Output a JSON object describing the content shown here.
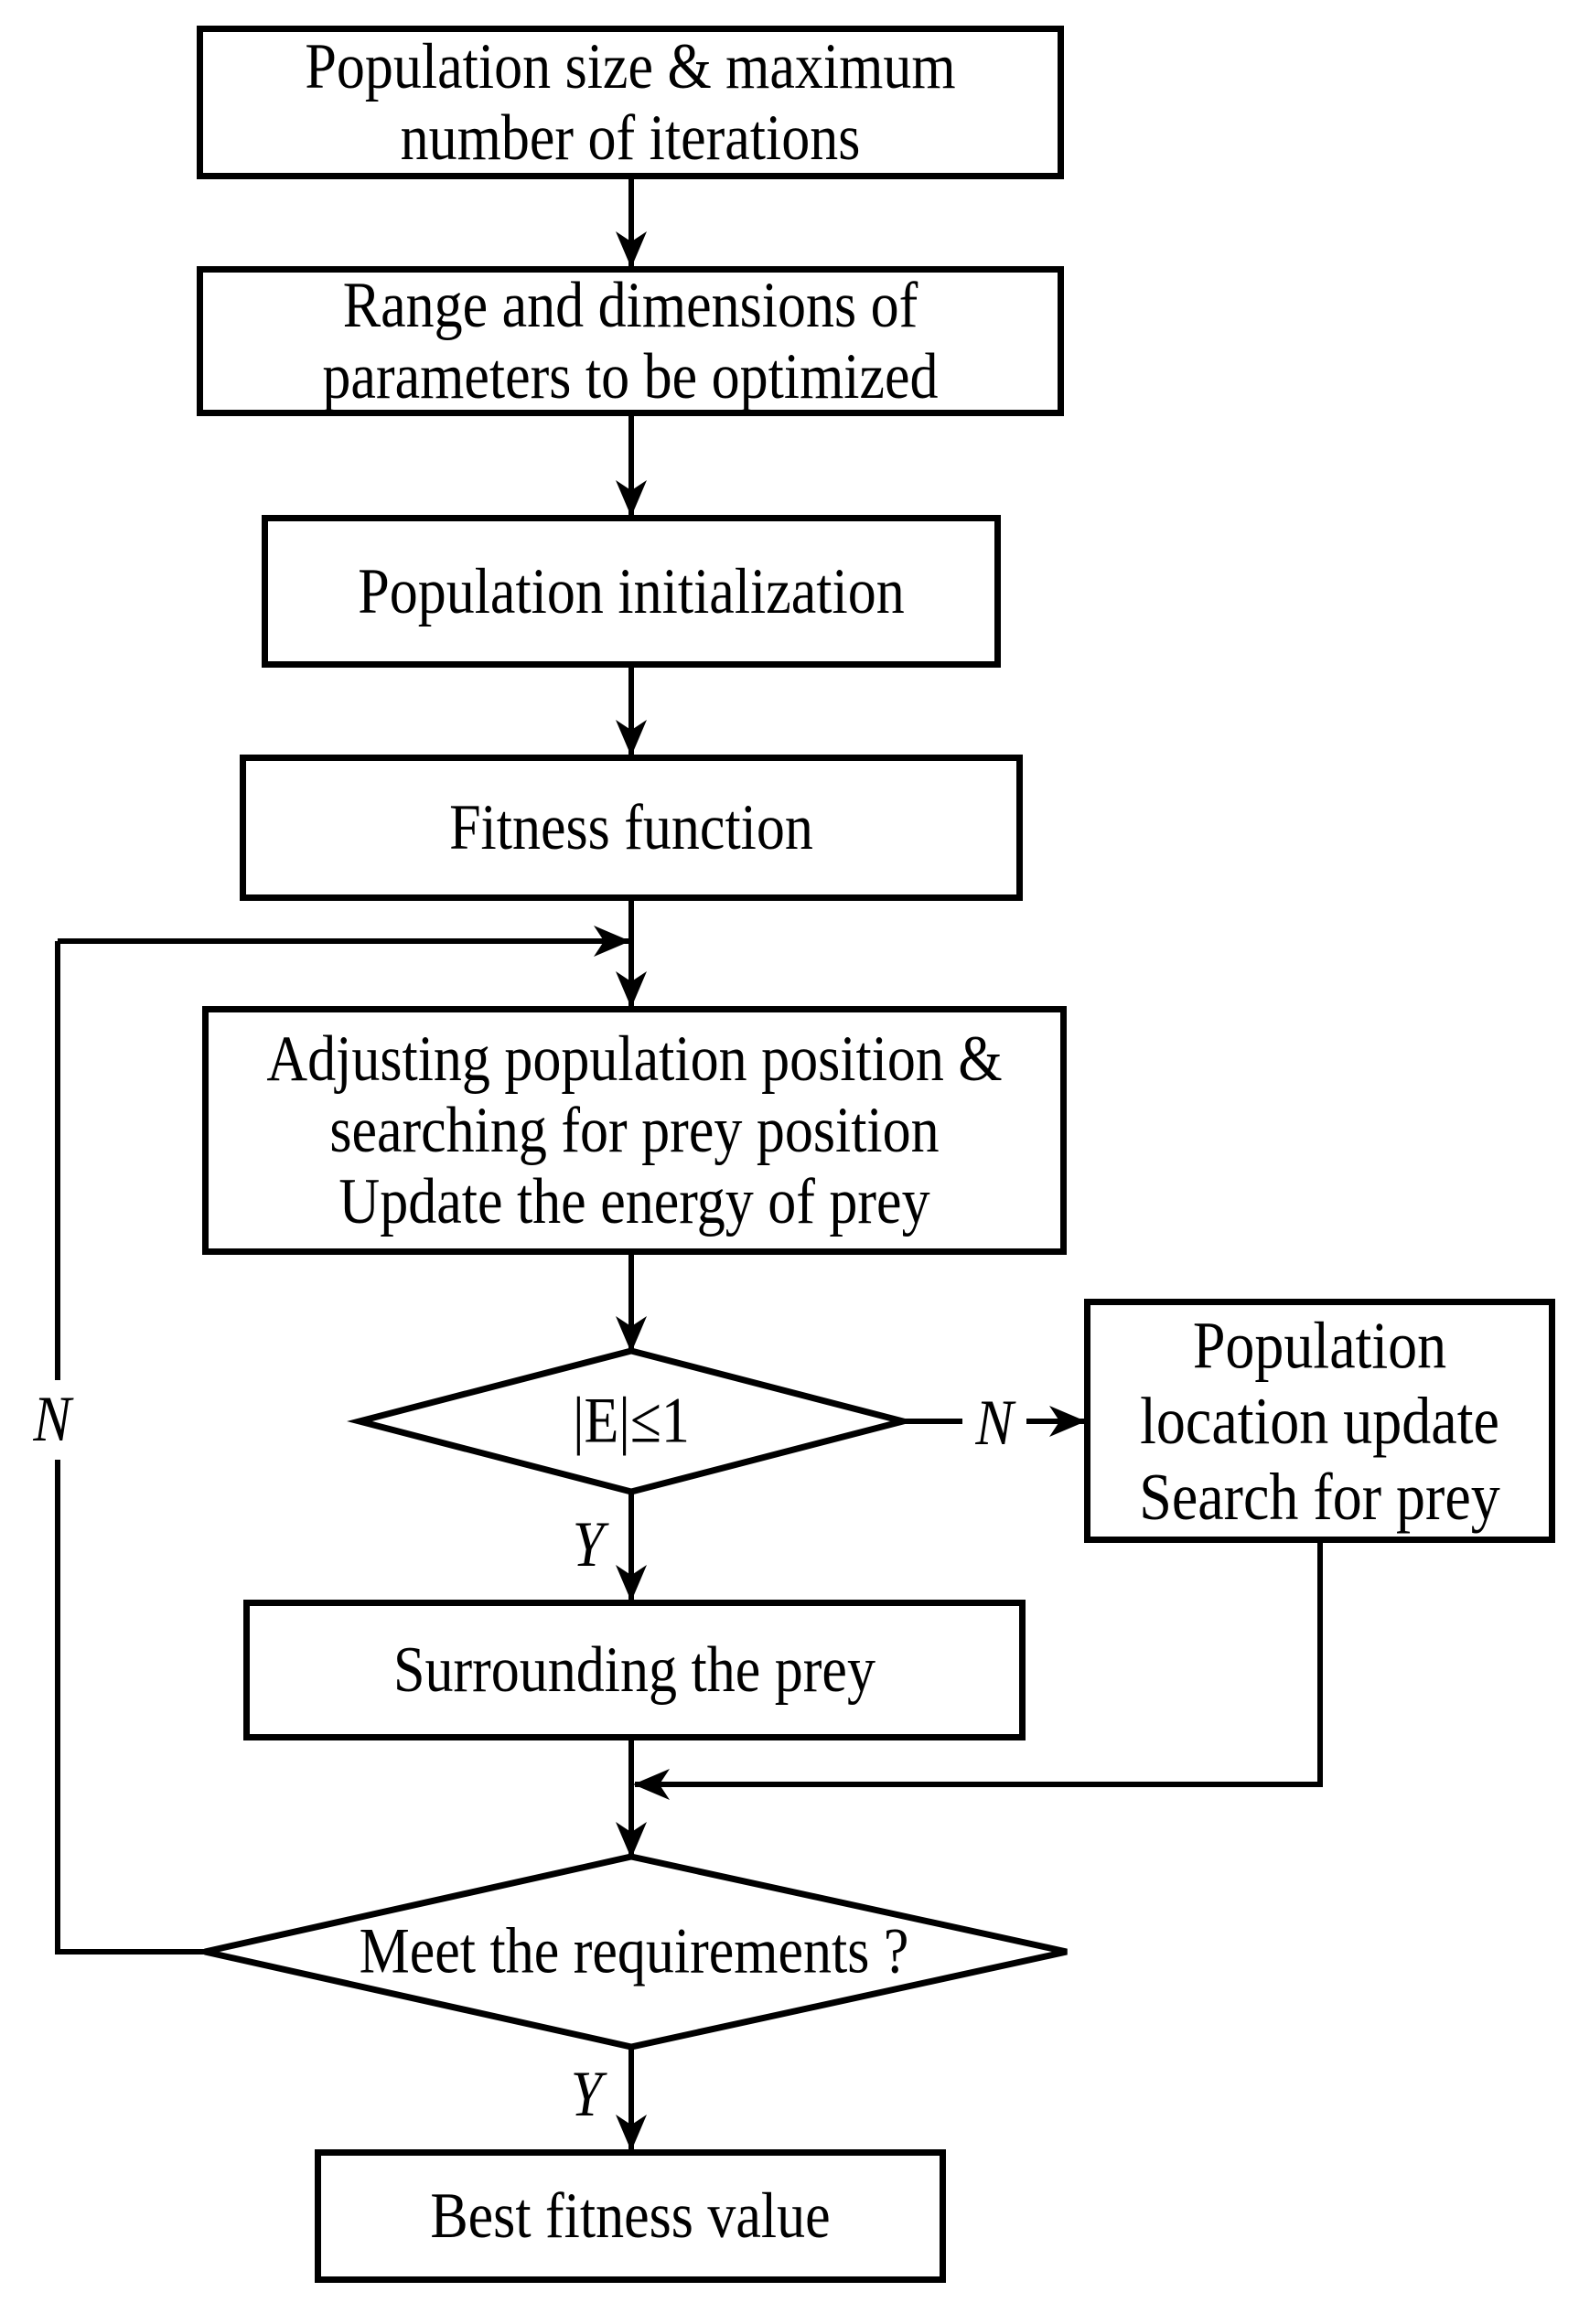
{
  "figure": {
    "background": "#ffffff",
    "line_color": "#000000",
    "type": "flowchart"
  },
  "nodes": {
    "population_size": {
      "text": "Population size & maximum\nnumber of iterations"
    },
    "range_dimensions": {
      "text": "Range and dimensions of\nparameters to be optimized"
    },
    "population_init": {
      "text": "Population initialization"
    },
    "fitness_function": {
      "text": "Fitness function"
    },
    "adjust_position": {
      "text": "Adjusting population position &\nsearching for prey position\nUpdate the energy of prey"
    },
    "energy_decision": {
      "text": "|E|≤1"
    },
    "location_update": {
      "text": "Population\nlocation update\nSearch for prey"
    },
    "surround_prey": {
      "text": "Surrounding the prey"
    },
    "meet_decision": {
      "text": "Meet the requirements ?"
    },
    "best_fitness": {
      "text": "Best fitness value"
    }
  },
  "labels": {
    "meet_no": "N",
    "energy_no": "N",
    "energy_yes": "Y",
    "meet_yes": "Y"
  }
}
